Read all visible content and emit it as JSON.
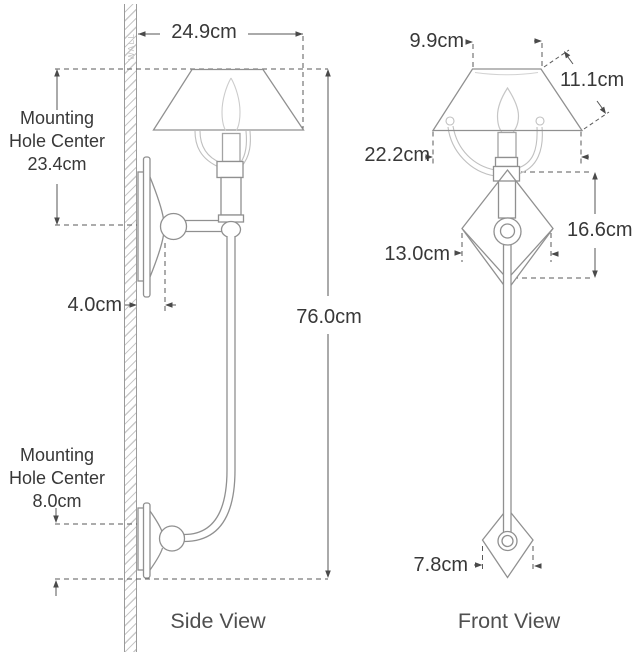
{
  "diagram_title": "Wall sconce dimension drawing",
  "colors": {
    "dimension_text": "#383838",
    "dimension_line": "#555555",
    "fixture_line": "#909090",
    "faint_line": "#c6c6c6",
    "wall_hatch": "#c9c9c9"
  },
  "side_view": {
    "label": "Side View",
    "wall_label": "WALL",
    "shade_depth": "24.9cm",
    "mounting_hole_center_top": [
      "Mounting",
      "Hole Center",
      "23.4cm"
    ],
    "wall_offset": "4.0cm",
    "overall_height": "76.0cm",
    "mounting_hole_center_bottom": [
      "Mounting",
      "Hole Center",
      "8.0cm"
    ]
  },
  "front_view": {
    "label": "Front View",
    "shade_top_width": "9.9cm",
    "shade_slant_height": "11.1cm",
    "shade_bottom_width": "22.2cm",
    "backplate_drop": "16.6cm",
    "backplate_width": "13.0cm",
    "finial_width": "7.8cm"
  }
}
